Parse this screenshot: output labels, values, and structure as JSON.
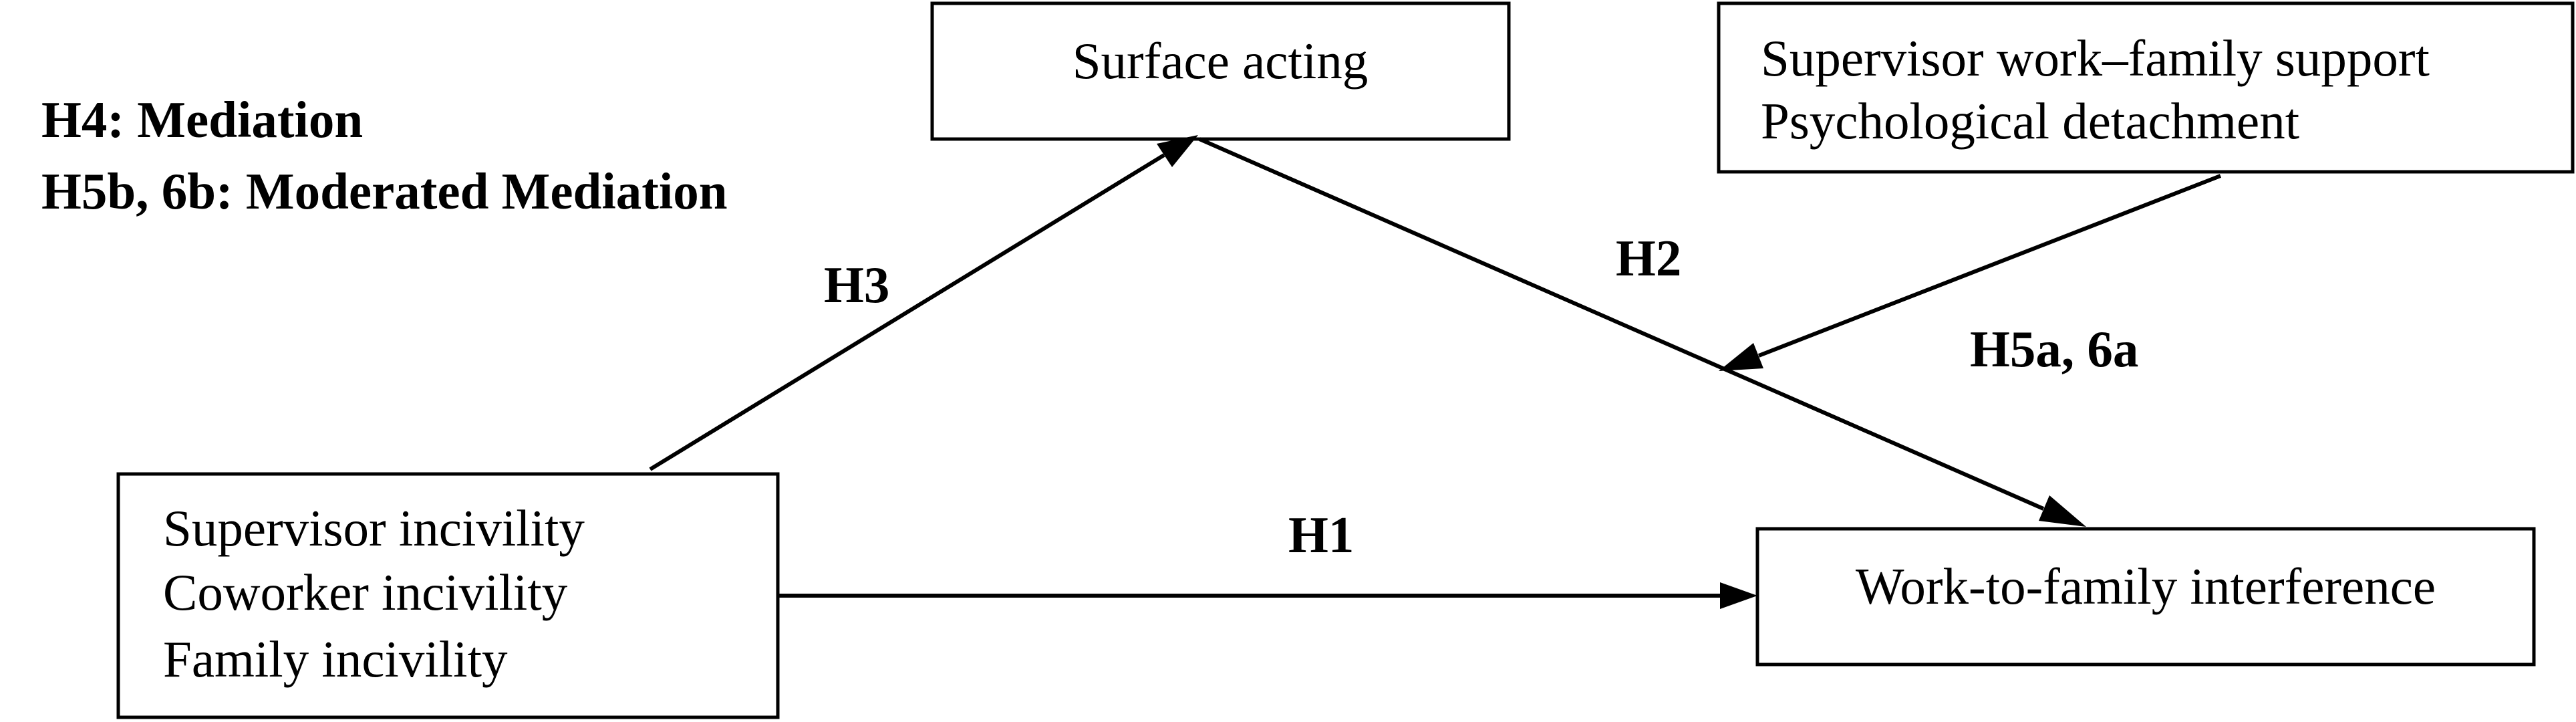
{
  "legend": {
    "line1": "H4: Mediation",
    "line2": "H5b, 6b: Moderated Mediation"
  },
  "nodes": {
    "surface_acting": {
      "lines": [
        "Surface acting"
      ]
    },
    "moderators": {
      "lines": [
        "Supervisor work–family support",
        "Psychological detachment"
      ]
    },
    "predictors": {
      "lines": [
        "Supervisor incivility",
        "Coworker incivility",
        "Family incivility"
      ]
    },
    "outcome": {
      "lines": [
        "Work-to-family interference"
      ]
    }
  },
  "edges": {
    "h1": {
      "label": "H1"
    },
    "h2": {
      "label": "H2"
    },
    "h3": {
      "label": "H3"
    },
    "h5a": {
      "label": "H5a, 6a"
    }
  },
  "colors": {
    "stroke": "#000000",
    "background": "#ffffff",
    "text": "#000000"
  }
}
